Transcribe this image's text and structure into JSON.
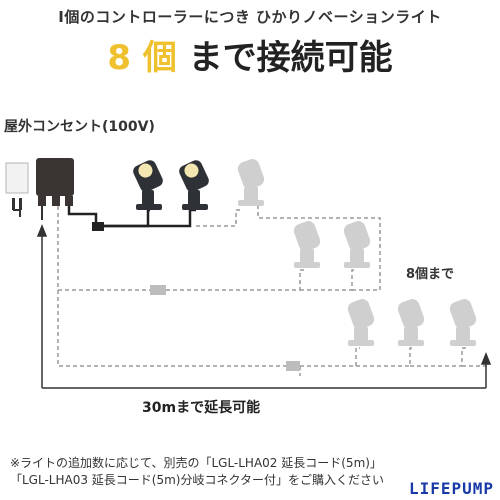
{
  "header": {
    "subtitle": "I個のコントローラーにつき ひかりノベーションライト",
    "headline_num": "8",
    "headline_word": "個",
    "headline_rest": "まで接続可能"
  },
  "labels": {
    "outlet": "屋外コンセント(100V)",
    "count": "8個まで",
    "extension": "30mまで延長可能"
  },
  "note": {
    "line1": "※ライトの追加数に応じて、別売の「LGL-LHA02 延長コード(5m)」",
    "line2": "「LGL-LHA03 延長コード(5m)分岐コネクター付」をご購入ください"
  },
  "watermark": "LIFEPUMP",
  "colors": {
    "accent": "#f0c12f",
    "controller": "#3a3532",
    "light_dark": "#2e3135",
    "light_ghost": "#cfcfcf",
    "dashed": "#9a9a9a"
  }
}
